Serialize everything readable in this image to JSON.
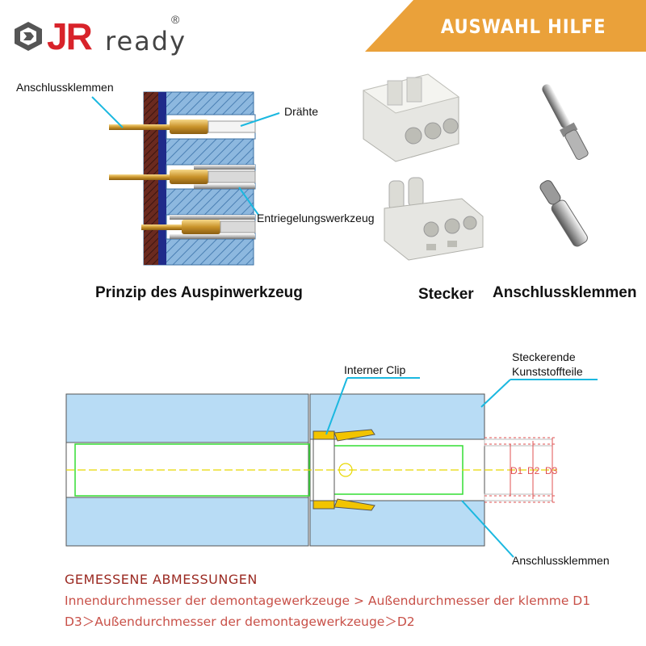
{
  "header": {
    "logo_jr": "JR",
    "logo_ready": "ready",
    "logo_reg": "®",
    "banner": "AUSWAHL HILFE"
  },
  "top_diagram": {
    "labels": {
      "anschlussklemmen": "Anschlussklemmen",
      "draehte": "Drähte",
      "entriegelungswerkzeug": "Entriegelungswerkzeug"
    },
    "caption": "Prinzip des Auspinwerkzeug"
  },
  "products": {
    "stecker": "Stecker",
    "anschlussklemmen": "Anschlussklemmen"
  },
  "bottom_diagram": {
    "labels": {
      "interner_clip": "Interner Clip",
      "steckerende_1": "Steckerende",
      "steckerende_2": "Kunststoffteile",
      "anschlussklemmen": "Anschlussklemmen"
    },
    "dimensions": [
      "D1",
      "D2",
      "D3"
    ]
  },
  "measurements": {
    "title": "GEMESSENE ABMESSUNGEN",
    "line1": "Innendurchmesser der demontagewerkzeuge > Außendurchmesser der klemme D1",
    "line2": "D3＞Außendurchmesser der demontagewerkzeuge＞D2"
  },
  "colors": {
    "brand_red": "#d8232a",
    "banner_orange": "#eaa13a",
    "callout_cyan": "#1bb8e0",
    "part_blue": "#b8dcf5",
    "highlight_green": "#33dd33",
    "dimension_red": "#e05050",
    "text_dark_red": "#9b2a22"
  }
}
